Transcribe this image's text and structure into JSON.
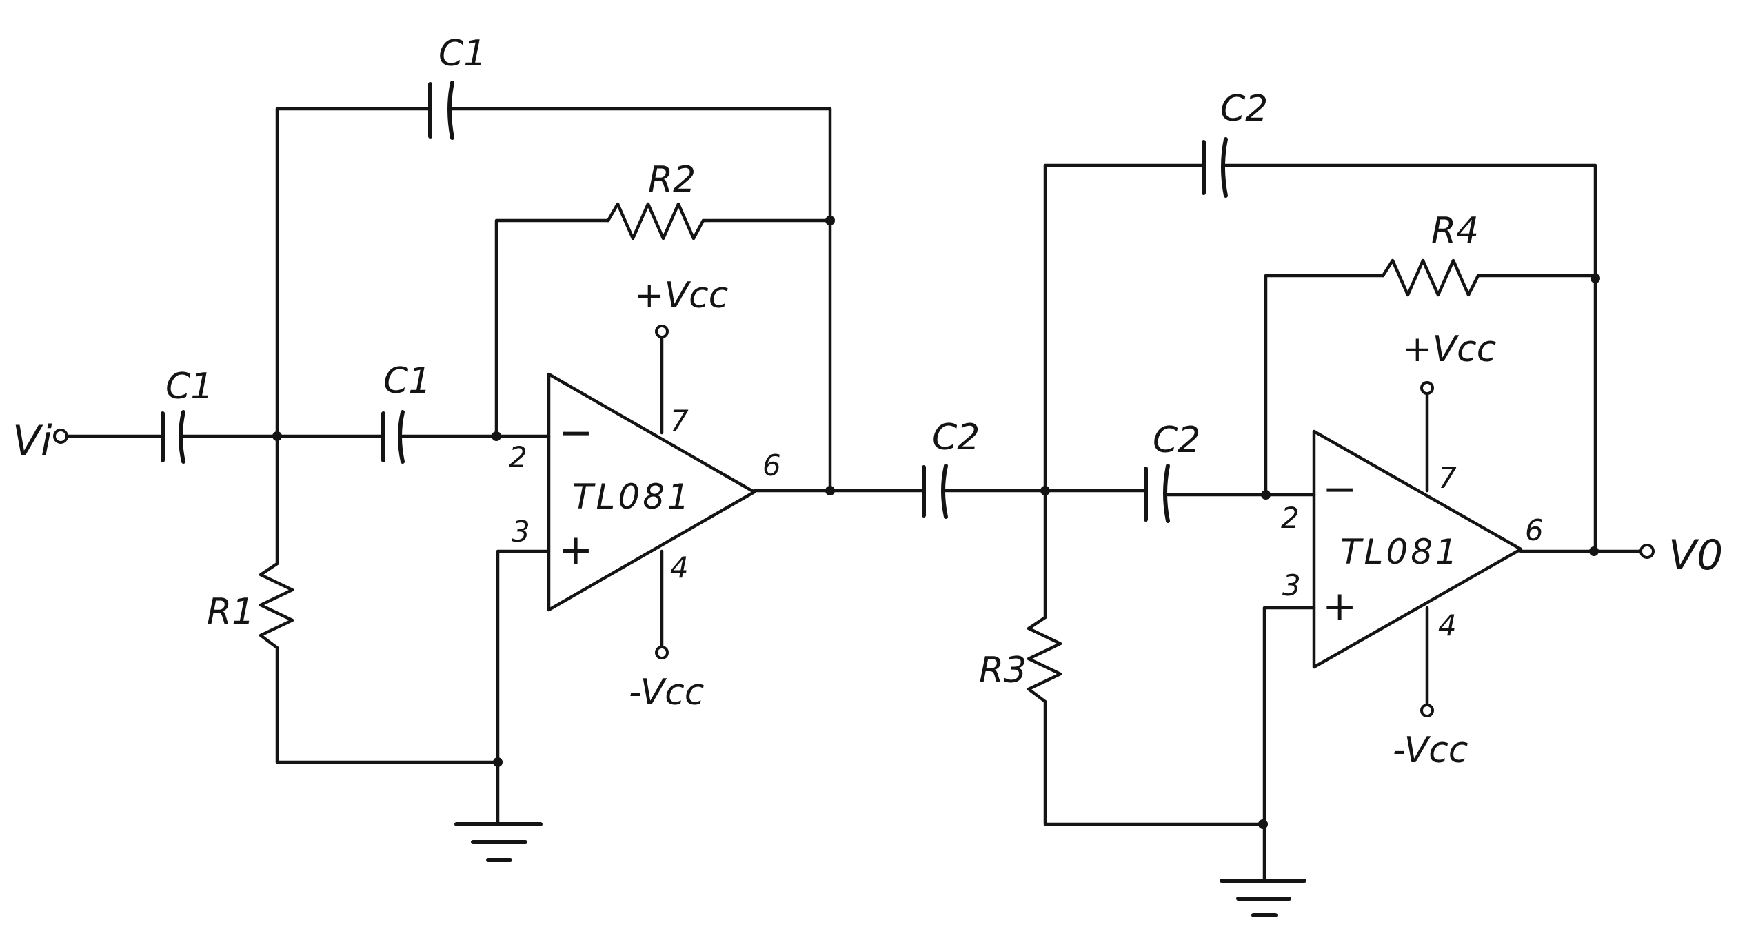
{
  "diagram": {
    "type": "circuit-schematic",
    "ink_color": "#141414",
    "input_label": "Vi",
    "output_label": "V0",
    "stage1": {
      "c_top": "C1",
      "c_series_1": "C1",
      "c_series_2": "C1",
      "r_feedback": "R2",
      "r_shunt": "R1",
      "opamp": "TL081",
      "supply_pos": "+Vcc",
      "supply_neg": "-Vcc",
      "pin_inv": "2",
      "pin_noninv": "3",
      "pin_out": "6",
      "pin_vpos": "7",
      "pin_vneg": "4",
      "sign_minus": "−",
      "sign_plus": "+"
    },
    "stage2": {
      "c_top": "C2",
      "c_series_1": "C2",
      "c_series_2": "C2",
      "r_feedback": "R4",
      "r_shunt": "R3",
      "opamp": "TL081",
      "supply_pos": "+Vcc",
      "supply_neg": "-Vcc",
      "pin_inv": "2",
      "pin_noninv": "3",
      "pin_out": "6",
      "pin_vpos": "7",
      "pin_vneg": "4",
      "sign_minus": "−",
      "sign_plus": "+"
    }
  }
}
